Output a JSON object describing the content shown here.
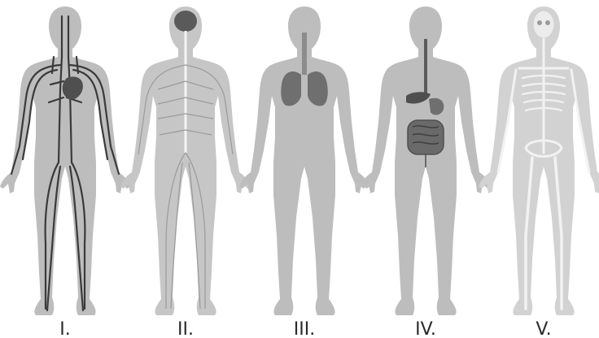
{
  "figures": [
    {
      "system": "circulatory",
      "label": "I."
    },
    {
      "system": "nervous",
      "label": "II."
    },
    {
      "system": "respiratory",
      "label": "III."
    },
    {
      "system": "digestive",
      "label": "IV."
    },
    {
      "system": "skeletal",
      "label": "V."
    }
  ],
  "colors": {
    "background": "#ffffff",
    "body": "#bdbdbd",
    "outline_light": "#d2d2d2",
    "vessel": "#3a3a3a",
    "nerve": "#9a9a9a",
    "organ": "#6f6f6f",
    "organ_dark": "#4f4f4f",
    "bone": "#ececec",
    "label": "#2a2a2a"
  }
}
